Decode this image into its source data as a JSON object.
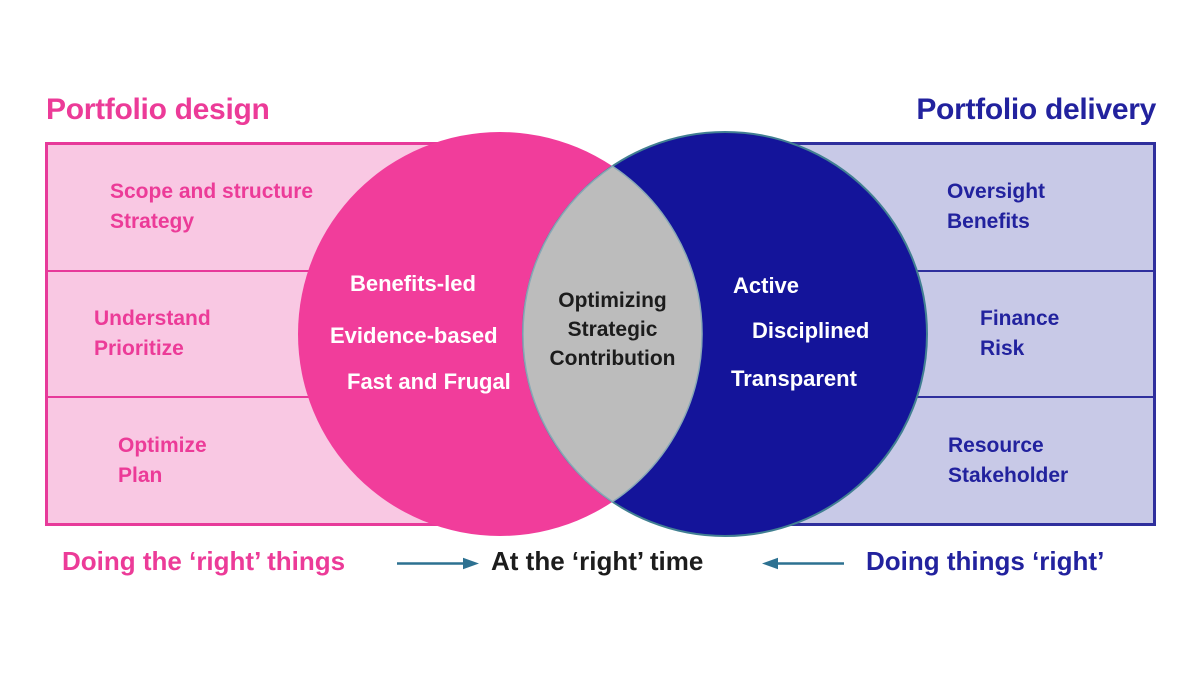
{
  "titles": {
    "left": "Portfolio design",
    "right": "Portfolio delivery"
  },
  "left_panel": {
    "rows": [
      {
        "line1": "Scope and structure",
        "line2": "Strategy"
      },
      {
        "line1": "Understand",
        "line2": "Prioritize"
      },
      {
        "line1": "Optimize",
        "line2": "Plan"
      }
    ]
  },
  "right_panel": {
    "rows": [
      {
        "line1": "Oversight",
        "line2": "Benefits"
      },
      {
        "line1": "Finance",
        "line2": "Risk"
      },
      {
        "line1": "Resource",
        "line2": "Stakeholder"
      }
    ]
  },
  "venn": {
    "left_circle_items": [
      "Benefits-led",
      "Evidence-based",
      "Fast and Frugal"
    ],
    "right_circle_items": [
      "Active",
      "Disciplined",
      "Transparent"
    ],
    "center": {
      "line1": "Optimizing",
      "line2": "Strategic",
      "line3": "Contribution"
    }
  },
  "footer": {
    "left": "Doing the ‘right’ things",
    "center": "At the ‘right’ time",
    "right": "Doing things ‘right’"
  },
  "icons": {
    "right_arrow": "arrow-right",
    "left_arrow": "arrow-left"
  },
  "colors": {
    "pink_accent": "#ec3b98",
    "pink_border": "#e73a9a",
    "pink_fill": "#f9c8e3",
    "pink_circle": "#f13d9b",
    "blue_accent": "#22229e",
    "blue_border": "#2f2f9d",
    "blue_fill": "#c8c9e7",
    "blue_circle": "#14149a",
    "gray_overlap": "#bcbcbc",
    "center_text": "#1c1c1c",
    "arrow": "#2d7191"
  }
}
